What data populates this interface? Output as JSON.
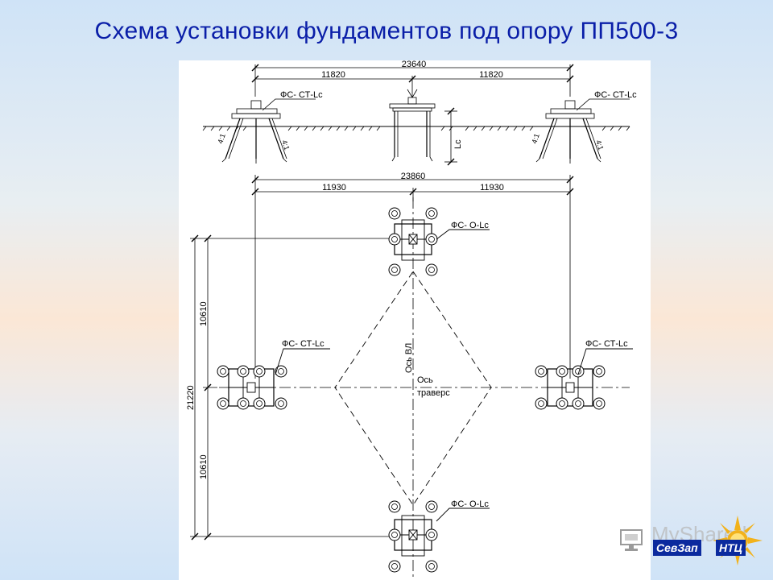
{
  "title": "Схема установки фундаментов под опору ПП500-3",
  "elevation": {
    "dim_total": "23640",
    "dim_left": "11820",
    "dim_right": "11820",
    "label_left": "ФС- СТ-Lс",
    "label_right": "ФС- СТ-Lс",
    "depth_label": "Lс",
    "slope_label": "4:1"
  },
  "plan": {
    "dim_total": "23860",
    "dim_left": "11930",
    "dim_right": "11930",
    "dim_vertical_total": "21220",
    "dim_vertical_top": "10610",
    "dim_vertical_bottom": "10610",
    "label_top": "ФС- О-Lс",
    "label_bottom": "ФС- О-Lс",
    "label_left": "ФС- СТ-Lс",
    "label_right": "ФС- СТ-Lс",
    "axis_line": "Ось ВЛ",
    "axis_traverse_1": "Ось",
    "axis_traverse_2": "траверс"
  },
  "logo": {
    "word": "MyShared",
    "left_badge": "СевЗап",
    "right_badge": "НТЦ"
  },
  "colors": {
    "title": "#0a1ea8",
    "logo_blue": "#0b2a9e",
    "logo_sun": "#f2b21b"
  }
}
